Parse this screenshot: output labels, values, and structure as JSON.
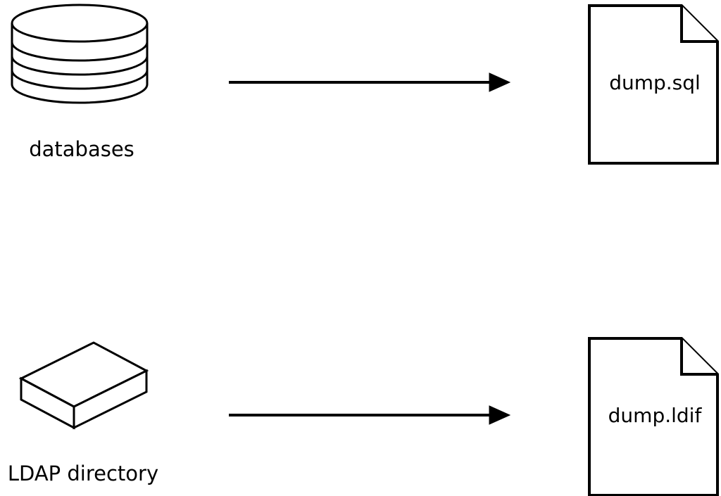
{
  "diagram": {
    "background_color": "#ffffff",
    "stroke_color": "#000000",
    "rows": [
      {
        "source_icon": "database-cylinder-icon",
        "source_label": "databases",
        "connector": "arrow-right-icon",
        "target_icon": "document-file-icon",
        "target_label": "dump.sql"
      },
      {
        "source_icon": "box-3d-icon",
        "source_label": "LDAP directory",
        "connector": "arrow-right-icon",
        "target_icon": "document-file-icon",
        "target_label": "dump.ldif"
      }
    ]
  }
}
